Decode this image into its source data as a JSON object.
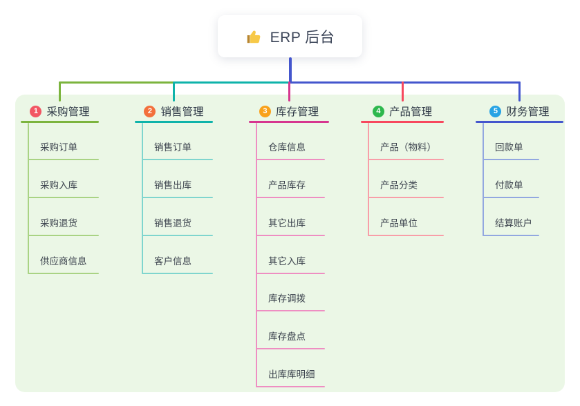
{
  "root": {
    "label": "ERP 后台",
    "icon": "thumbs-up-icon",
    "connector_color": "#4456cd",
    "card_bg": "#ffffff",
    "text_color": "#3b4457"
  },
  "panel": {
    "bg_color": "#ebf7e6"
  },
  "branches": [
    {
      "index": "1",
      "title": "采购管理",
      "badge_color": "#f25663",
      "line_color": "#7cb43e",
      "child_line_color": "#a9d384",
      "children": [
        "采购订单",
        "采购入库",
        "采购退货",
        "供应商信息"
      ]
    },
    {
      "index": "2",
      "title": "销售管理",
      "badge_color": "#f3703c",
      "line_color": "#0fb3aa",
      "child_line_color": "#7fd5ce",
      "children": [
        "销售订单",
        "销售出库",
        "销售退货",
        "客户信息"
      ]
    },
    {
      "index": "3",
      "title": "库存管理",
      "badge_color": "#f9a11b",
      "line_color": "#d6368f",
      "child_line_color": "#ee8ec2",
      "children": [
        "仓库信息",
        "产品库存",
        "其它出库",
        "其它入库",
        "库存调拨",
        "库存盘点",
        "出库库明细"
      ]
    },
    {
      "index": "4",
      "title": "产品管理",
      "badge_color": "#2db84d",
      "line_color": "#f7485e",
      "child_line_color": "#f89ea8",
      "children": [
        "产品（物料）",
        "产品分类",
        "产品单位"
      ]
    },
    {
      "index": "5",
      "title": "财务管理",
      "badge_color": "#27a3e4",
      "line_color": "#4456cd",
      "child_line_color": "#92a7e0",
      "children": [
        "回款单",
        "付款单",
        "结算账户"
      ]
    }
  ]
}
